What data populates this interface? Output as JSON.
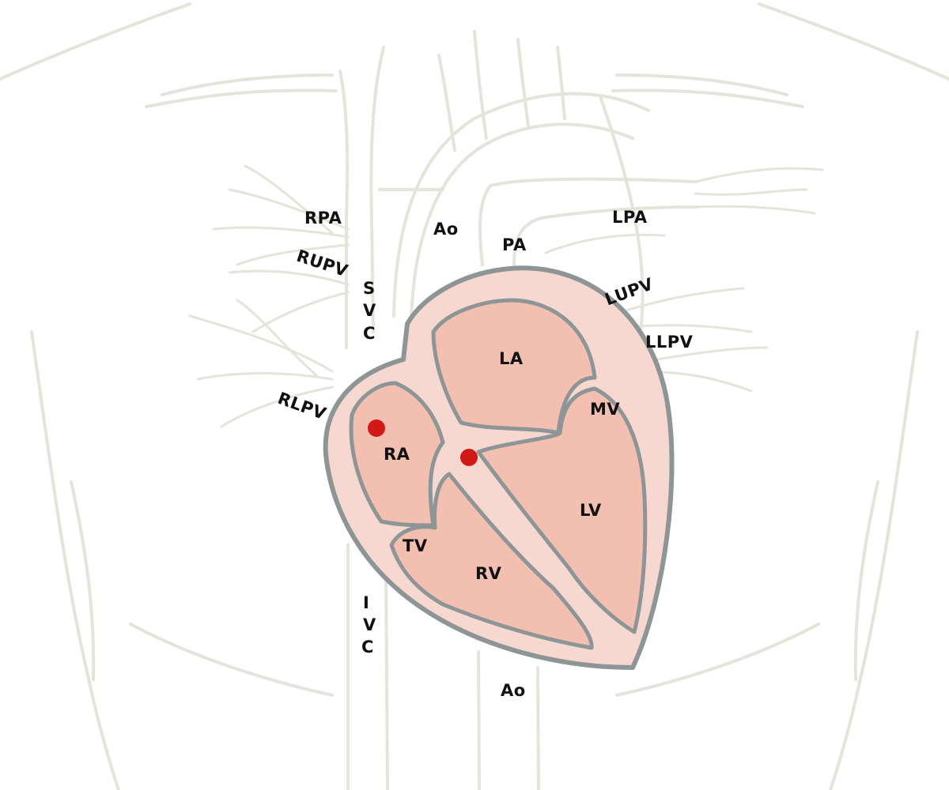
{
  "colors": {
    "outline": "#e3e5db",
    "heart_wall": "#f7d8d0",
    "chamber": "#f2bfb1",
    "heart_stroke": "#8e9597",
    "marker": "#d11a17",
    "label": "#111111"
  },
  "labels": {
    "rpa": "RPA",
    "ao_top": "Ao",
    "pa": "PA",
    "lpa": "LPA",
    "rupv": "RUPV",
    "svc_s": "S",
    "svc_v": "V",
    "svc_c": "C",
    "lupv": "LUPV",
    "llpv": "LLPV",
    "la": "LA",
    "mv": "MV",
    "rlpv": "RLPV",
    "ra": "RA",
    "lv": "LV",
    "tv": "TV",
    "rv": "RV",
    "ivc_i": "I",
    "ivc_v": "V",
    "ivc_c": "C",
    "ao_bottom": "Ao"
  },
  "markers": [
    {
      "name": "right-atrium-marker"
    },
    {
      "name": "septum-marker"
    }
  ]
}
